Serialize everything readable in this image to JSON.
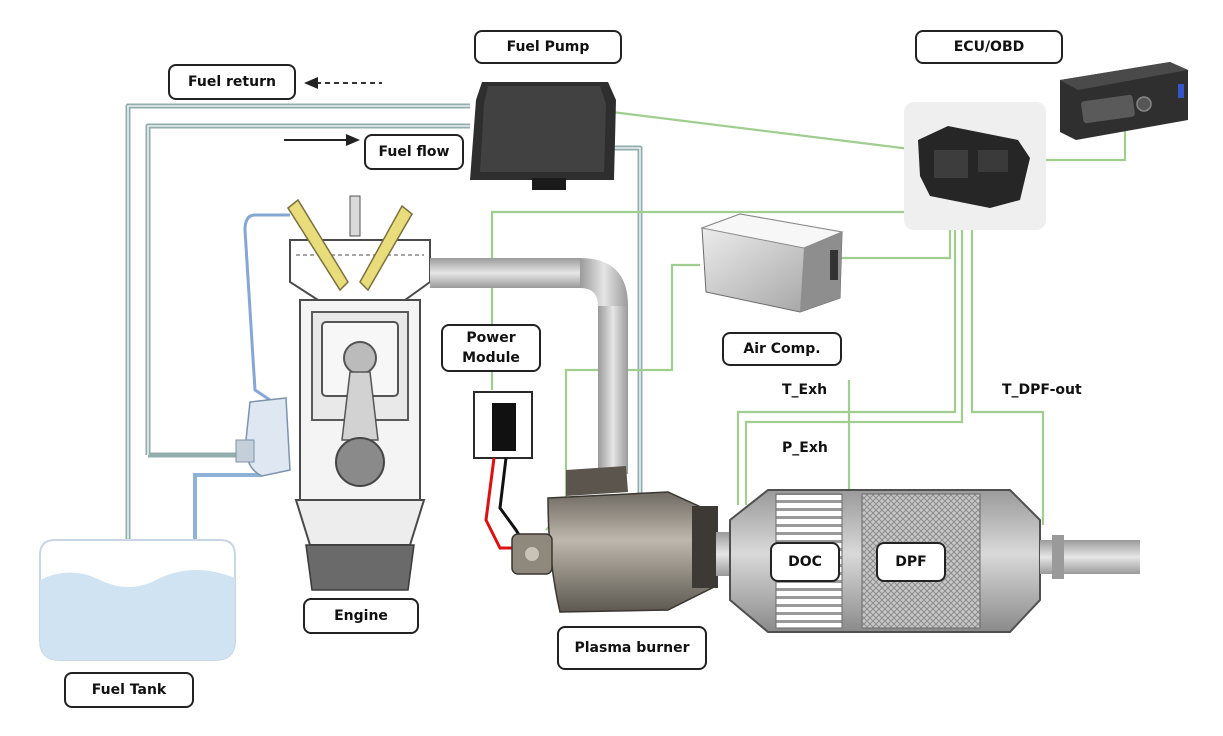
{
  "labels": {
    "fuel_pump": "Fuel Pump",
    "ecu_obd": "ECU/OBD",
    "fuel_return": "Fuel return",
    "fuel_flow": "Fuel flow",
    "power_module": "Power\nModule",
    "air_comp": "Air Comp.",
    "t_exh": "T_Exh",
    "t_dpf_out": "T_DPF-out",
    "p_exh": "P_Exh",
    "doc": "DOC",
    "dpf": "DPF",
    "engine": "Engine",
    "plasma_burner": "Plasma burner",
    "fuel_tank": "Fuel Tank"
  },
  "colors": {
    "fuel_line": "#93adae",
    "signal_line": "#9fce8f",
    "exhaust_pipe": "#b8b8b8",
    "fuel_liquid": "#cfe3f3",
    "label_border": "#222222"
  }
}
